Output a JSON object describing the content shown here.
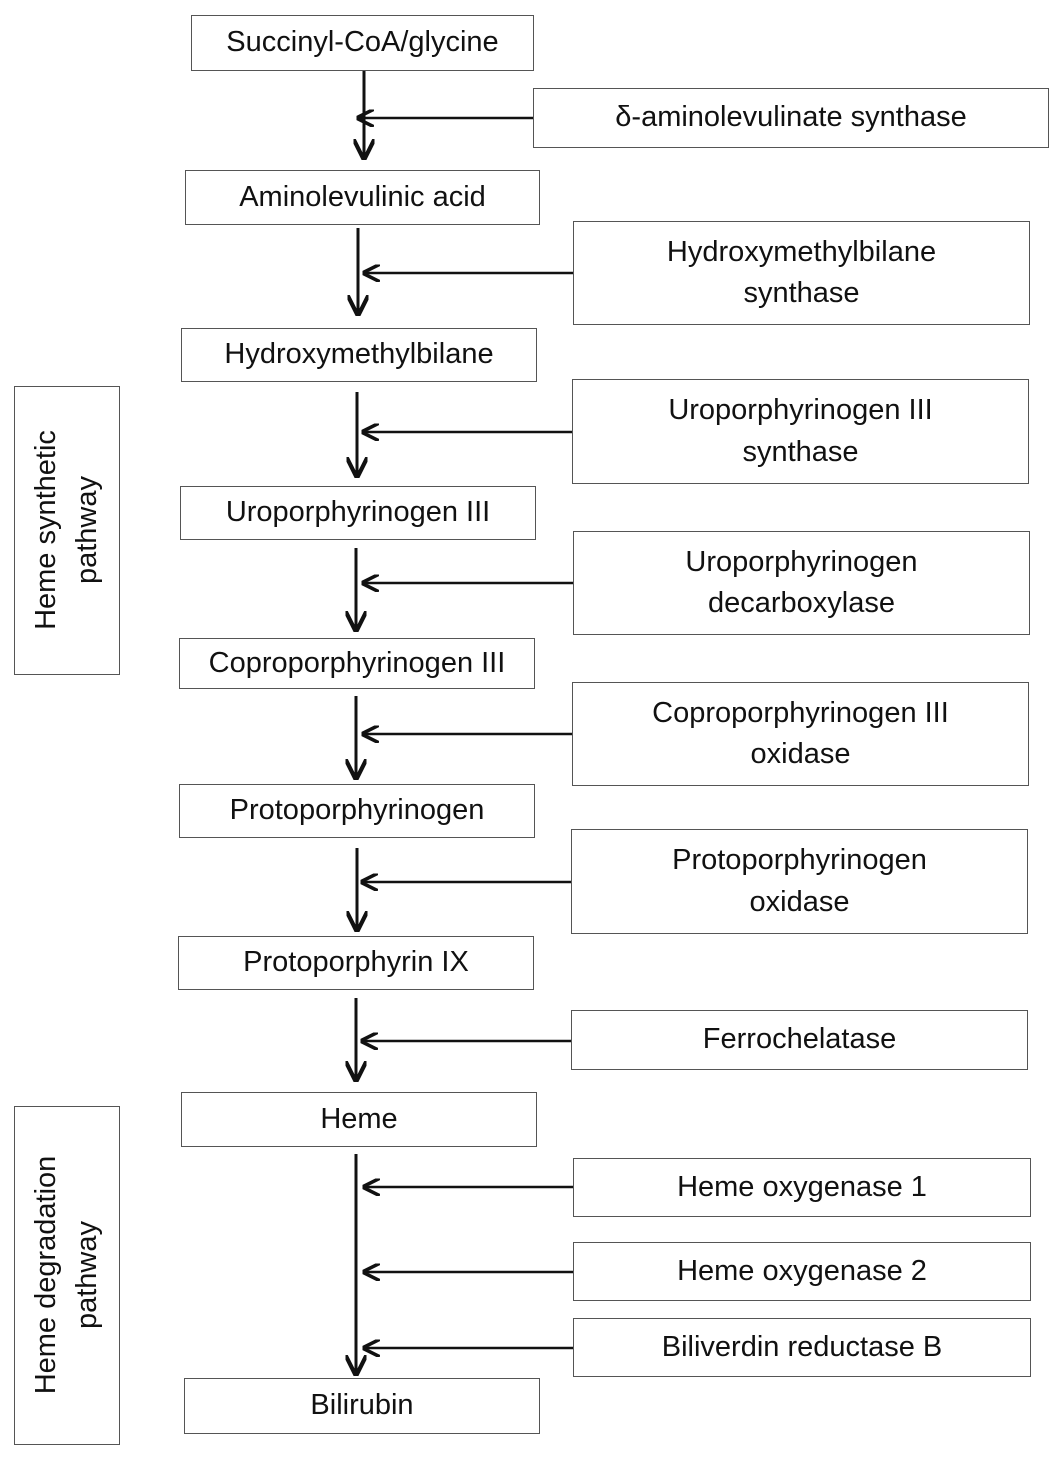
{
  "pathways": {
    "synthetic": {
      "label_line1": "Heme synthetic",
      "label_line2": "pathway"
    },
    "degradation": {
      "label_line1": "Heme degradation",
      "label_line2": "pathway"
    }
  },
  "metabolites": [
    "Succinyl-CoA/glycine",
    "Aminolevulinic acid",
    "Hydroxymethylbilane",
    "Uroporphyrinogen III",
    "Coproporphyrinogen III",
    "Protoporphyrinogen",
    "Protoporphyrin IX",
    "Heme",
    "Bilirubin"
  ],
  "enzymes": [
    {
      "line1": "δ-aminolevulinate synthase",
      "line2": ""
    },
    {
      "line1": "Hydroxymethylbilane",
      "line2": "synthase"
    },
    {
      "line1": "Uroporphyrinogen III",
      "line2": "synthase"
    },
    {
      "line1": "Uroporphyrinogen",
      "line2": "decarboxylase"
    },
    {
      "line1": "Coproporphyrinogen III",
      "line2": "oxidase"
    },
    {
      "line1": "Protoporphyrinogen",
      "line2": "oxidase"
    },
    {
      "line1": "Ferrochelatase",
      "line2": ""
    },
    {
      "line1": "Heme oxygenase 1",
      "line2": ""
    },
    {
      "line1": "Heme oxygenase 2",
      "line2": ""
    },
    {
      "line1": "Biliverdin reductase B",
      "line2": ""
    }
  ]
}
